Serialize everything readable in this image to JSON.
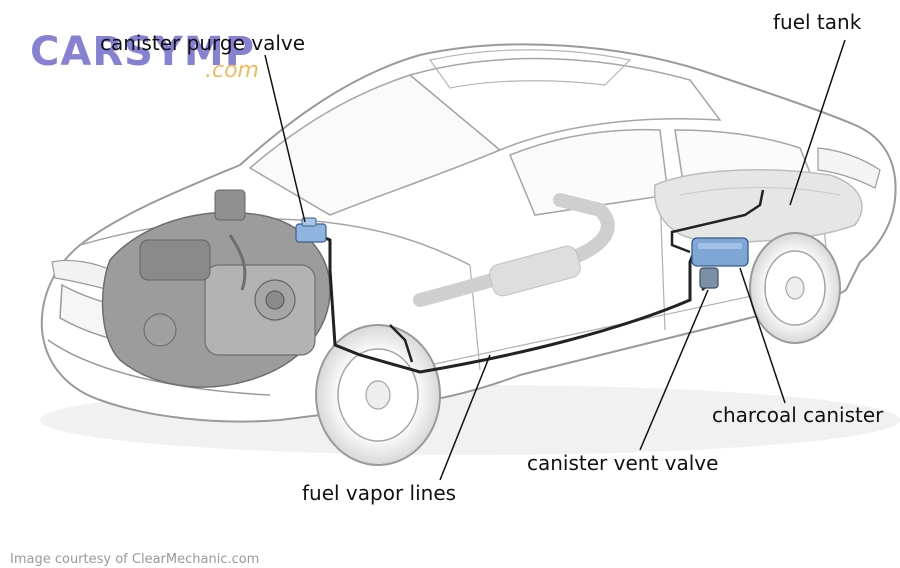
{
  "logo": {
    "main": "CARSYMP",
    "sub": ".com"
  },
  "labels": {
    "purge_valve": "canister purge valve",
    "fuel_tank": "fuel tank",
    "charcoal_canister": "charcoal canister",
    "vent_valve": "canister vent valve",
    "vapor_lines": "fuel vapor lines"
  },
  "credit": "Image courtesy of ClearMechanic.com",
  "colors": {
    "outline": "#9a9a9a",
    "engine": "#8c8c8c",
    "pipe": "#222222",
    "component": "#7fa7d6",
    "logo": "#7a74cf",
    "logo_sub": "#f0bb5a"
  }
}
